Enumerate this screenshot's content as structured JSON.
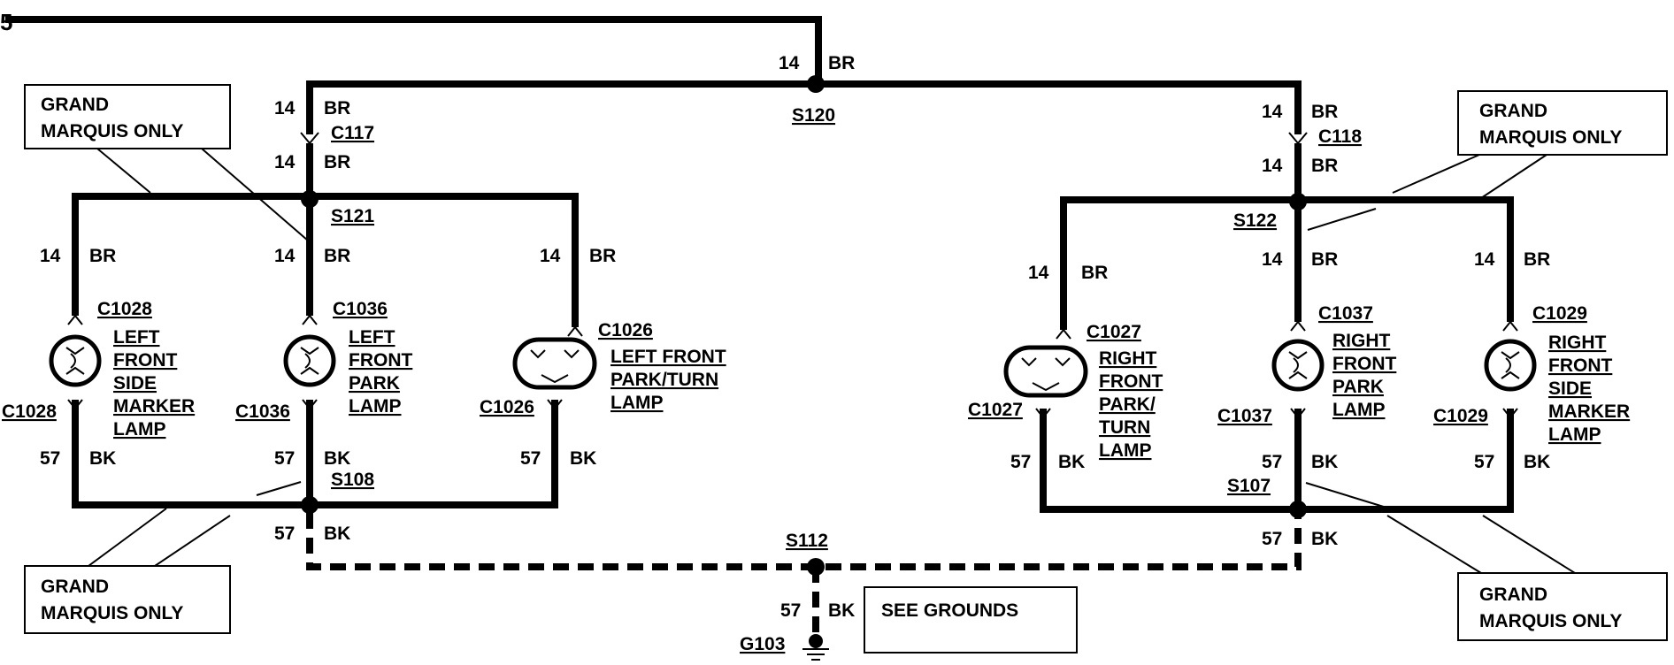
{
  "wire_labels": {
    "gauge_br": "14",
    "color_br": "BR",
    "gauge_bk": "57",
    "color_bk": "BK"
  },
  "splices": {
    "s120": "S120",
    "s121": "S121",
    "s122": "S122",
    "s108": "S108",
    "s107": "S107",
    "s112": "S112"
  },
  "connectors": {
    "c117": "C117",
    "c118": "C118",
    "c1028": "C1028",
    "c1036": "C1036",
    "c1026": "C1026",
    "c1027": "C1027",
    "c1037": "C1037",
    "c1029": "C1029"
  },
  "ground": "G103",
  "ground_note": "SEE GROUNDS",
  "top_edge_mark": "5",
  "callouts": {
    "line1": "GRAND",
    "line2": "MARQUIS ONLY"
  },
  "lamps": {
    "left_side_marker": [
      "LEFT",
      "FRONT",
      "SIDE",
      "MARKER",
      "LAMP"
    ],
    "left_park": [
      "LEFT",
      "FRONT",
      "PARK",
      "LAMP"
    ],
    "left_park_turn": [
      "LEFT FRONT",
      "PARK/TURN",
      "LAMP"
    ],
    "right_park_turn": [
      "RIGHT",
      "FRONT",
      "PARK/",
      "TURN",
      "LAMP"
    ],
    "right_park": [
      "RIGHT",
      "FRONT",
      "PARK",
      "LAMP"
    ],
    "right_side_marker": [
      "RIGHT",
      "FRONT",
      "SIDE",
      "MARKER",
      "LAMP"
    ]
  }
}
